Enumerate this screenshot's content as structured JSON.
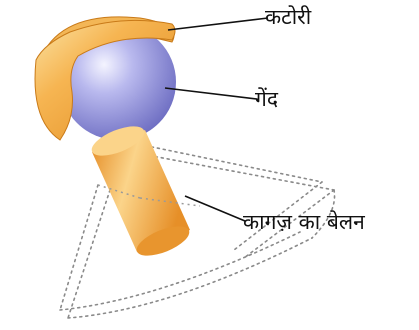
{
  "labels": {
    "bowl": "कटोरी",
    "ball": "गेंद",
    "paper_cylinder": "कागज़ का बेलन"
  },
  "colors": {
    "bowl": "#f2a93b",
    "ball": "#8f8fd6",
    "cylinder": "#f0a640",
    "dotted_cone": "#8a8a8a",
    "leader_line": "#111111"
  }
}
